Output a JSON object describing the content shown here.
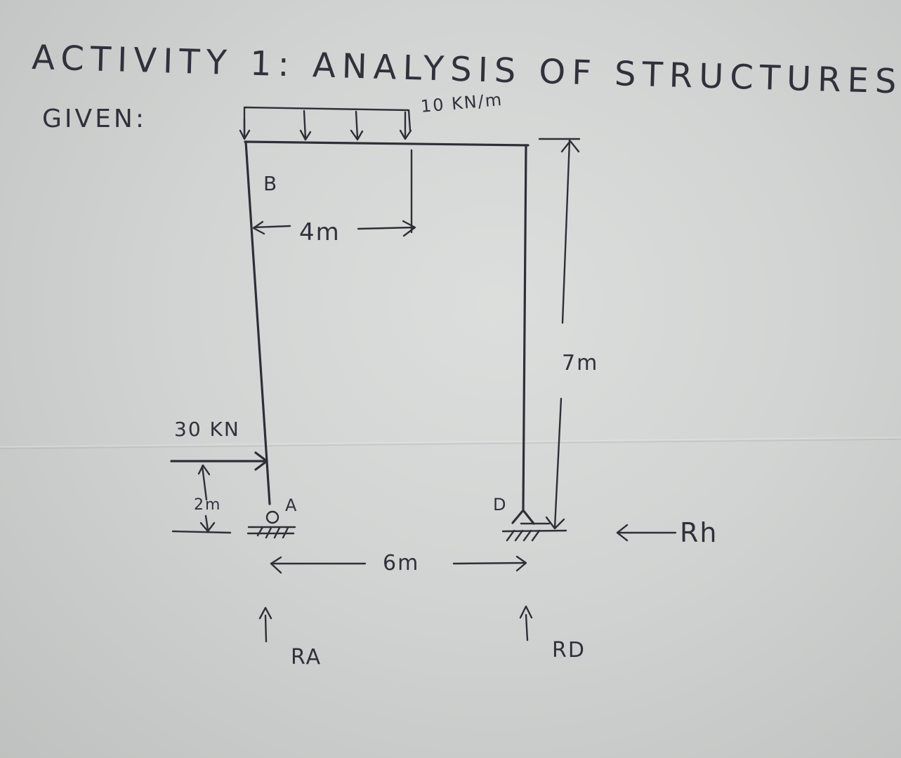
{
  "header": {
    "title": "ACTIVITY 1: ANALYSIS OF STRUCTURES",
    "given_label": "GIVEN:"
  },
  "diagram": {
    "load_udl": "10 KN/m",
    "load_point": "30 KN",
    "node_b": "B",
    "node_a": "A",
    "node_d": "D",
    "dim_udl_length": "4m",
    "dim_height": "7m",
    "dim_load_height": "2m",
    "dim_span": "6m",
    "reaction_a": "RA",
    "reaction_d": "RD",
    "reaction_h": "Rh"
  },
  "colors": {
    "ink": "#2e2f36",
    "paper": "#d4d6d5"
  }
}
